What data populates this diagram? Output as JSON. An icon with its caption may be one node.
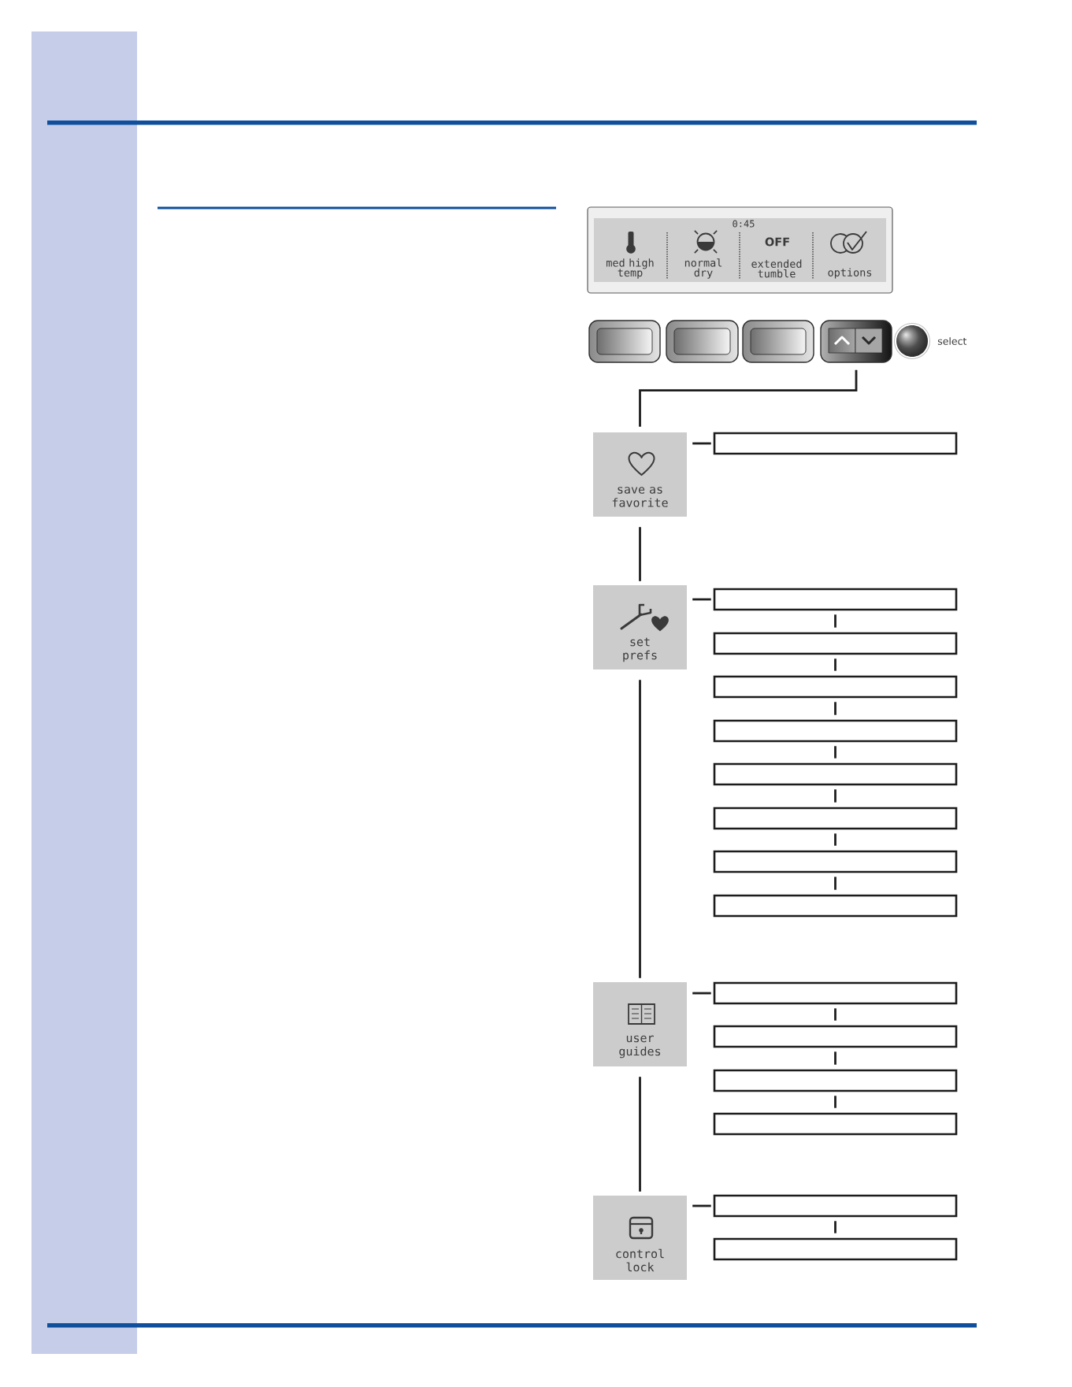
{
  "diagram": {
    "nodes": [
      {
        "text": [
          "0:45",
          "med high temp",
          "normal dry",
          "OFF",
          "extended tumble",
          "options"
        ]
      },
      {
        "text": [],
        "shape": "box"
      },
      {
        "text": [],
        "shape": "box"
      },
      {
        "text": [],
        "shape": "box"
      },
      {
        "text": [],
        "shape": "box"
      },
      {
        "text": [],
        "shape": "circle",
        "beside": [
          "select"
        ]
      },
      {
        "text": [
          "save as favorite"
        ]
      },
      {
        "text": [],
        "shape": "box"
      },
      {
        "text": [
          "set prefs"
        ]
      },
      {
        "text": [],
        "shape": "box"
      },
      {
        "text": [],
        "shape": "box"
      },
      {
        "text": [],
        "shape": "box"
      },
      {
        "text": [],
        "shape": "box"
      },
      {
        "text": [],
        "shape": "box"
      },
      {
        "text": [],
        "shape": "box"
      },
      {
        "text": [],
        "shape": "box"
      },
      {
        "text": [],
        "shape": "box"
      },
      {
        "text": [
          "user guides"
        ]
      },
      {
        "text": [],
        "shape": "box"
      },
      {
        "text": [],
        "shape": "box"
      },
      {
        "text": [],
        "shape": "box"
      },
      {
        "text": [],
        "shape": "box"
      },
      {
        "text": [
          "control lock"
        ]
      },
      {
        "text": [],
        "shape": "box"
      },
      {
        "text": [],
        "shape": "box"
      }
    ],
    "edges": [
      {
        "from": 4,
        "to": 6,
        "arrow": "none"
      },
      {
        "from": 6,
        "to": 7,
        "arrow": "none"
      },
      {
        "from": 6,
        "to": 8,
        "arrow": "none"
      },
      {
        "from": 8,
        "to": 9,
        "arrow": "none"
      },
      {
        "from": 9,
        "to": 10,
        "arrow": "none"
      },
      {
        "from": 10,
        "to": 11,
        "arrow": "none"
      },
      {
        "from": 11,
        "to": 12,
        "arrow": "none"
      },
      {
        "from": 12,
        "to": 13,
        "arrow": "none"
      },
      {
        "from": 13,
        "to": 14,
        "arrow": "none"
      },
      {
        "from": 14,
        "to": 15,
        "arrow": "none"
      },
      {
        "from": 15,
        "to": 16,
        "arrow": "none"
      },
      {
        "from": 8,
        "to": 17,
        "arrow": "none"
      },
      {
        "from": 17,
        "to": 18,
        "arrow": "none"
      },
      {
        "from": 18,
        "to": 19,
        "arrow": "none"
      },
      {
        "from": 19,
        "to": 20,
        "arrow": "none"
      },
      {
        "from": 20,
        "to": 21,
        "arrow": "none"
      },
      {
        "from": 17,
        "to": 22,
        "arrow": "none"
      },
      {
        "from": 22,
        "to": 23,
        "arrow": "none"
      },
      {
        "from": 23,
        "to": 24,
        "arrow": "none"
      }
    ]
  }
}
